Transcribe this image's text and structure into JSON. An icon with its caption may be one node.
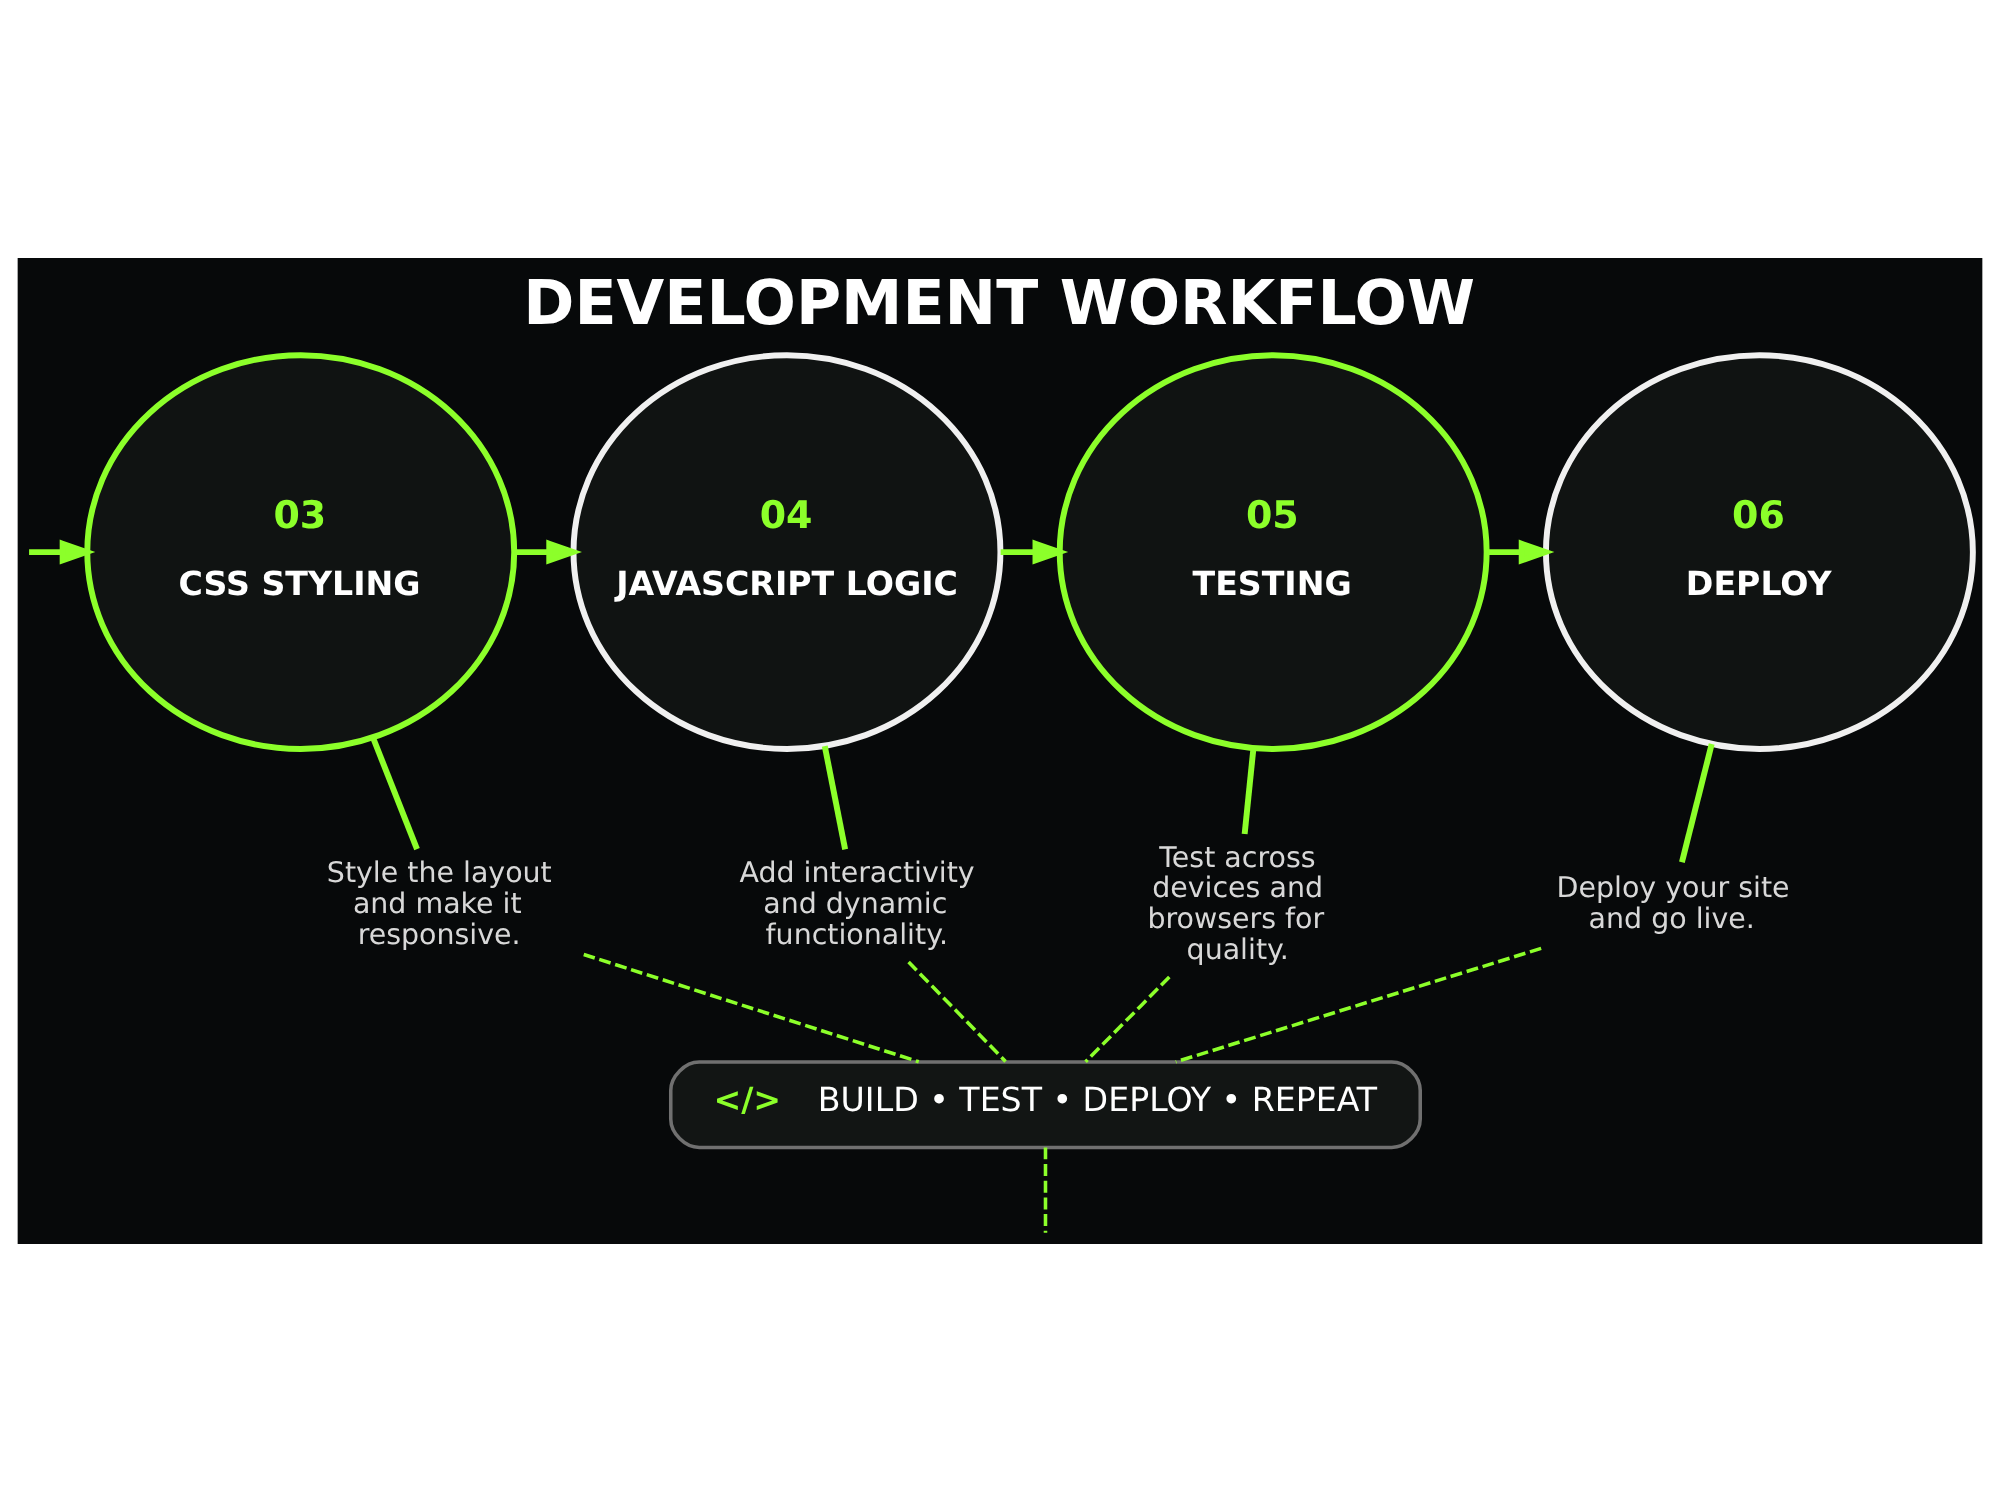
{
  "diagram": {
    "title": "DEVELOPMENT WORKFLOW",
    "nodes": [
      {
        "text": [
          "03",
          "CSS STYLING"
        ]
      },
      {
        "text": [
          "04",
          "JAVASCRIPT LOGIC"
        ]
      },
      {
        "text": [
          "05",
          "TESTING"
        ]
      },
      {
        "text": [
          "06",
          "DEPLOY"
        ]
      },
      {
        "text": [
          "Style the layout and make it responsive."
        ]
      },
      {
        "text": [
          "Add interactivity and dynamic functionality."
        ]
      },
      {
        "text": [
          "Test across devices and browsers for quality."
        ]
      },
      {
        "text": [
          "Deploy your site and go live."
        ]
      },
      {
        "text": [
          "</>",
          "BUILD • TEST • DEPLOY • REPEAT"
        ]
      }
    ],
    "edges": [
      {
        "from": null,
        "to": 0,
        "arrow": "to"
      },
      {
        "from": 0,
        "to": 1,
        "arrow": "to"
      },
      {
        "from": 1,
        "to": 2,
        "arrow": "to"
      },
      {
        "from": 2,
        "to": 3,
        "arrow": "to"
      },
      {
        "from": 0,
        "to": 4,
        "arrow": "none"
      },
      {
        "from": 1,
        "to": 5,
        "arrow": "none"
      },
      {
        "from": 2,
        "to": 6,
        "arrow": "none"
      },
      {
        "from": 3,
        "to": 7,
        "arrow": "none"
      },
      {
        "from": 4,
        "to": 8,
        "arrow": "none",
        "style": "dashed"
      },
      {
        "from": 5,
        "to": 8,
        "arrow": "none",
        "style": "dashed"
      },
      {
        "from": 6,
        "to": 8,
        "arrow": "none",
        "style": "dashed"
      },
      {
        "from": 7,
        "to": 8,
        "arrow": "none",
        "style": "dashed"
      },
      {
        "from": 8,
        "to": null,
        "arrow": "none",
        "style": "dashed"
      }
    ]
  }
}
